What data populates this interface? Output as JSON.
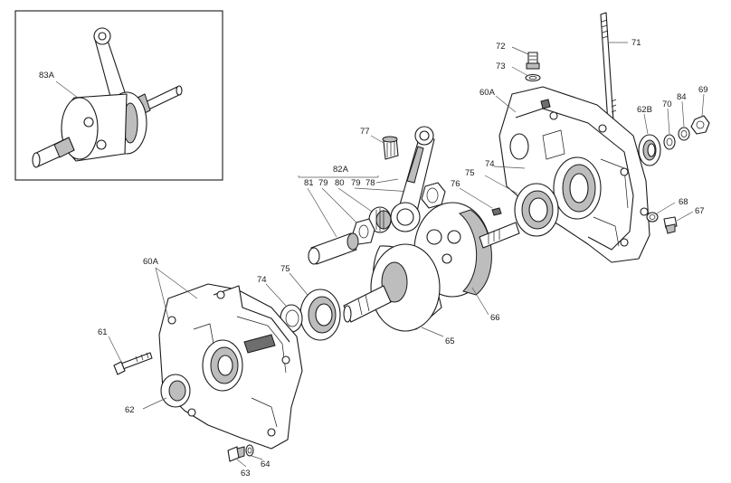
{
  "callouts": {
    "c83A": "83A",
    "c82A": "82A",
    "c81": "81",
    "c79a": "79",
    "c80": "80",
    "c79b": "79",
    "c78": "78",
    "c77": "77",
    "c76": "76",
    "c75a": "75",
    "c74a": "74",
    "c72": "72",
    "c73": "73",
    "c71": "71",
    "c60Aa": "60A",
    "c62B": "62B",
    "c70": "70",
    "c84": "84",
    "c69": "69",
    "c68": "68",
    "c67": "67",
    "c60Ab": "60A",
    "c74b": "74",
    "c75b": "75",
    "c61": "61",
    "c62": "62",
    "c63": "63",
    "c64": "64",
    "c65": "65",
    "c66": "66"
  }
}
